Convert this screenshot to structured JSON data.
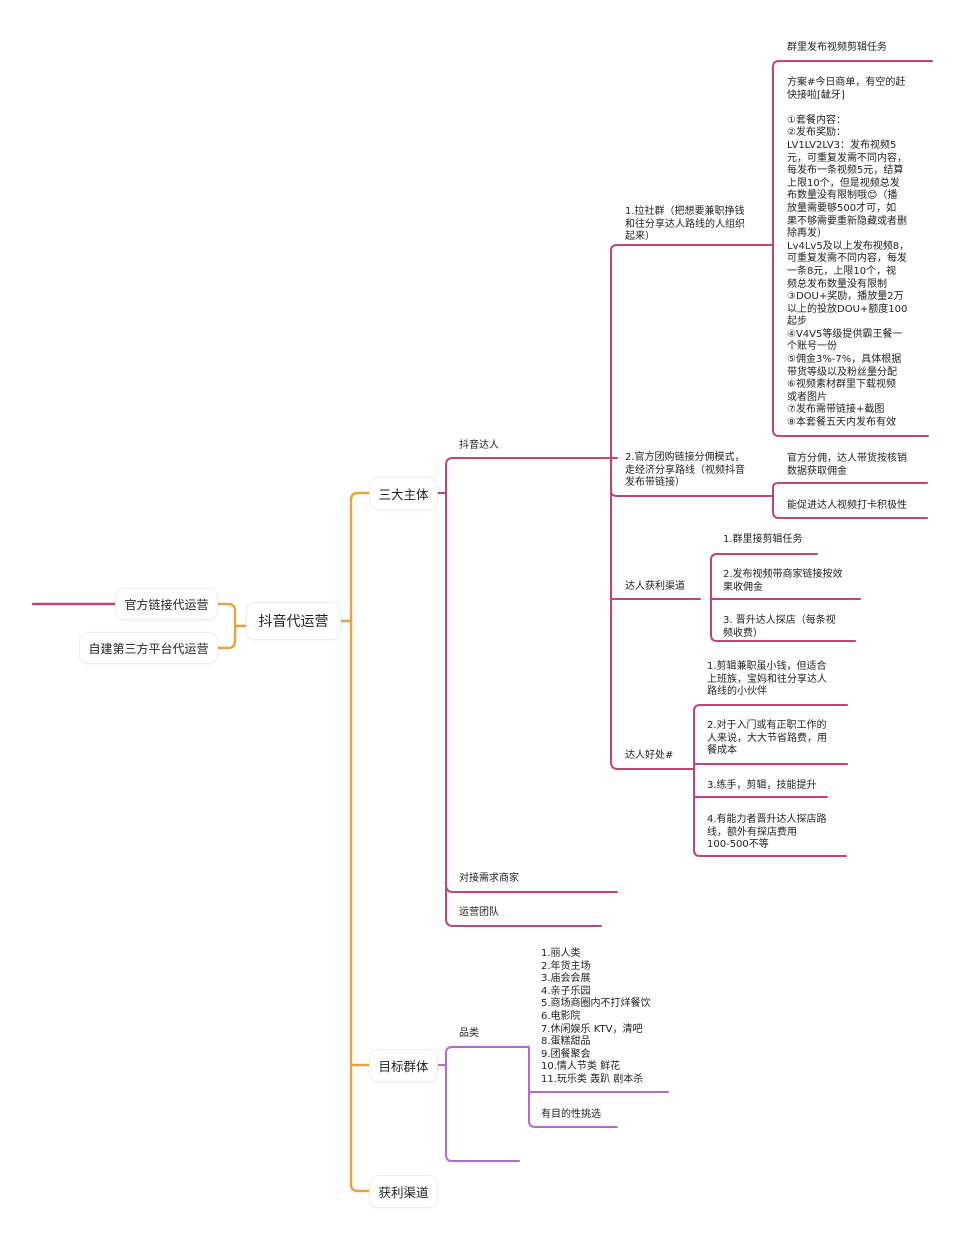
{
  "colors": {
    "orange": "#e8a33a",
    "crimson": "#c2437a",
    "purple": "#b46bd0",
    "left_line": "#c2437a"
  },
  "root": {
    "label": "抖音代运营"
  },
  "left_branches": [
    {
      "label": "官方链接代运营"
    },
    {
      "label": "自建第三方平台代运营"
    }
  ],
  "main_branches": [
    {
      "label": "三大主体"
    },
    {
      "label": "目标群体"
    },
    {
      "label": "获利渠道"
    }
  ],
  "subjects": {
    "douyin_talent": {
      "label": "抖音达人",
      "items": [
        {
          "label_lines": [
            "1.拉社群（把想要兼职挣钱",
            "和往分享达人路线的人组织",
            "起来）"
          ],
          "children": [
            {
              "lines": [
                "群里发布视频剪辑任务"
              ]
            },
            {
              "lines": [
                "方案#今日商单，有空的赶",
                "快接啦[龇牙]",
                "",
                "①套餐内容：",
                "②发布奖励：",
                "LV1LV2LV3：发布视频5",
                "元，可重复发需不同内容，",
                "每发布一条视频5元，结算",
                "上限10个，但是视频总发",
                "布数量没有限制哦😊（播",
                "放量需要够500才可，如",
                "果不够需要重新隐藏或者删",
                "除再发）",
                "Lv4Lv5及以上发布视频8，",
                "可重复发需不同内容，每发",
                "一条8元，上限10个，视",
                "频总发布数量没有限制",
                "③DOU+奖励，播放量2万",
                "以上的投放DOU+额度100",
                "起步",
                "④V4V5等级提供霸王餐一",
                "个账号一份",
                "⑤佣金3%-7%，具体根据",
                "带货等级以及粉丝量分配",
                "⑥视频素材群里下载视频",
                "或者图片",
                "⑦发布需带链接+截图",
                "⑧本套餐五天内发布有效"
              ]
            }
          ]
        },
        {
          "label_lines": [
            "2.官方团购链接分佣模式，",
            "走经济分享路线（视频抖音",
            "发布带链接）"
          ],
          "children": [
            {
              "lines": [
                "官方分佣，达人带货按核销",
                "数据获取佣金"
              ]
            },
            {
              "lines": [
                "能促进达人视频打卡积极性"
              ]
            }
          ]
        },
        {
          "label_lines": [
            "达人获利渠道"
          ],
          "children": [
            {
              "lines": [
                "1.群里接剪辑任务"
              ]
            },
            {
              "lines": [
                "2.发布视频带商家链接按效",
                "果收佣金"
              ]
            },
            {
              "lines": [
                "3. 晋升达人探店（每条视",
                "频收费）"
              ]
            }
          ]
        },
        {
          "label_lines": [
            "达人好处#"
          ],
          "children": [
            {
              "lines": [
                "1.剪辑兼职虽小钱，但适合",
                "上班族，宝妈和往分享达人",
                "路线的小伙伴"
              ]
            },
            {
              "lines": [
                "2.对于入门或有正职工作的",
                "人来说，大大节省路费，用",
                "餐成本"
              ]
            },
            {
              "lines": [
                "3.练手，剪辑，技能提升"
              ]
            },
            {
              "lines": [
                "4.有能力者晋升达人探店路",
                "线，额外有探店费用",
                "100-500不等"
              ]
            }
          ]
        }
      ]
    },
    "merchants": {
      "label": "对接需求商家"
    },
    "team": {
      "label": "运营团队"
    }
  },
  "targets": {
    "category": {
      "label": "品类",
      "children": [
        {
          "lines": [
            "1.丽人类",
            "2.年货主场",
            "3.庙会会展",
            "4.亲子乐园",
            "5.商场商圈内不打烊餐饮",
            "6.电影院",
            "7.休闲娱乐 KTV，清吧",
            "8.蛋糕甜品",
            "9.团餐聚会",
            "10.情人节类 鲜花",
            "11.玩乐类 轰趴 剧本杀"
          ]
        },
        {
          "lines": [
            "有目的性挑选"
          ]
        }
      ]
    },
    "empty_topic": {
      "label": ""
    }
  }
}
